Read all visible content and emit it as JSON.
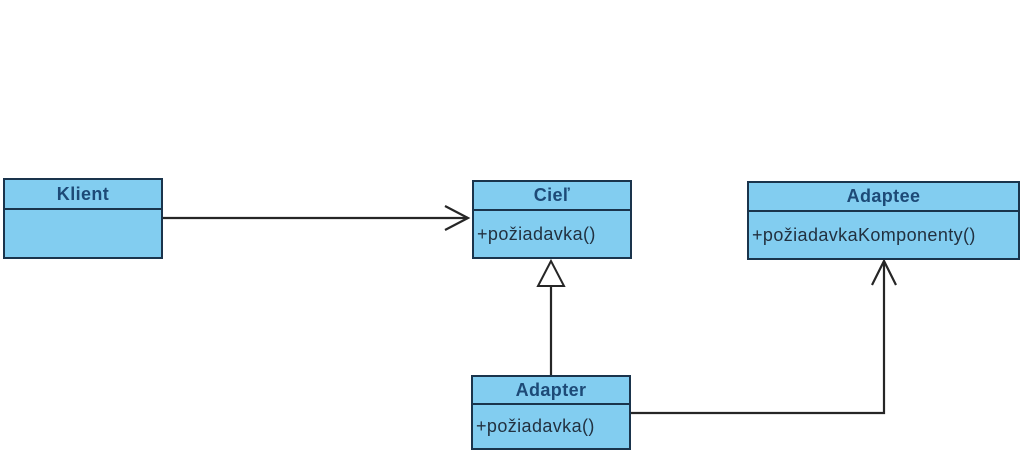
{
  "diagram": {
    "kind": "uml-class-diagram",
    "pattern": "Adapter",
    "colors": {
      "box_fill": "#82cdf0",
      "box_border": "#1a344c",
      "title_text": "#1d4a77",
      "method_text": "#223140",
      "connector": "#262626",
      "background": "#ffffff"
    },
    "classes": [
      {
        "name": "Klient",
        "methods": []
      },
      {
        "name": "Cieľ",
        "methods": [
          "+požiadavka()"
        ]
      },
      {
        "name": "Adaptee",
        "methods": [
          "+požiadavkaKomponenty()"
        ]
      },
      {
        "name": "Adapter",
        "methods": [
          "+požiadavka()"
        ]
      }
    ],
    "relations": [
      {
        "from": "Klient",
        "to": "Cieľ",
        "type": "association",
        "arrow": "open"
      },
      {
        "from": "Adapter",
        "to": "Cieľ",
        "type": "generalization",
        "arrow": "hollow-triangle"
      },
      {
        "from": "Adapter",
        "to": "Adaptee",
        "type": "association",
        "arrow": "open"
      }
    ]
  }
}
